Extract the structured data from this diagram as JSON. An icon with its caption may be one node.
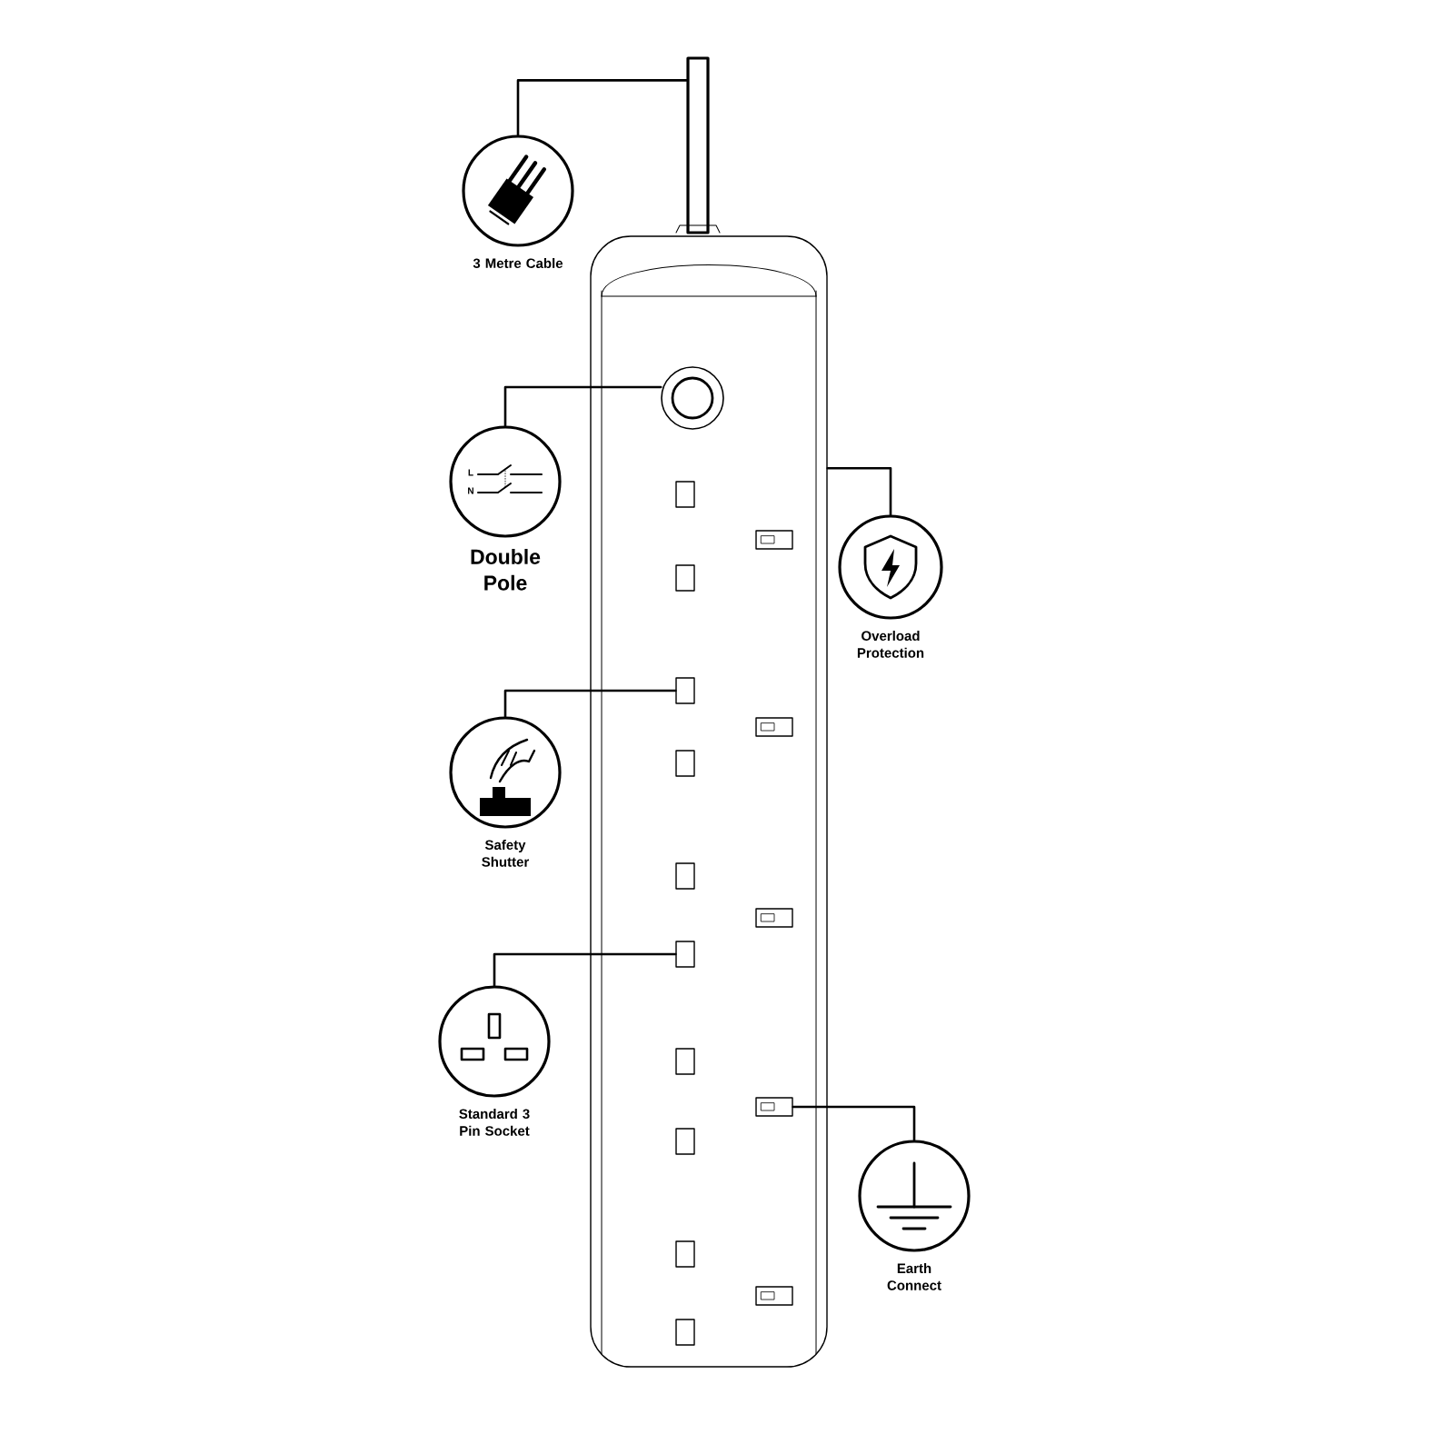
{
  "diagram": {
    "nodes": [
      {
        "text": [
          "3 Metre Cable"
        ]
      },
      {
        "text": [],
        "shape": "bar"
      },
      {
        "text": [],
        "shape": "box"
      },
      {
        "text": [],
        "shape": "circle",
        "in": 2
      },
      {
        "text": [
          "Double Pole"
        ]
      },
      {
        "text": [
          "Overload Protection"
        ]
      },
      {
        "text": [],
        "shape": "box",
        "in": 2
      },
      {
        "text": [],
        "shape": "box",
        "in": 2
      },
      {
        "text": [],
        "shape": "box",
        "in": 2
      },
      {
        "text": [],
        "shape": "box",
        "in": 2
      },
      {
        "text": [],
        "shape": "box",
        "in": 2
      },
      {
        "text": [],
        "shape": "box",
        "in": 2
      },
      {
        "text": [],
        "shape": "box",
        "in": 2
      },
      {
        "text": [],
        "shape": "box",
        "in": 2
      },
      {
        "text": [],
        "shape": "box",
        "in": 2
      },
      {
        "text": [],
        "shape": "box",
        "in": 2
      },
      {
        "text": [],
        "shape": "box",
        "in": 2
      },
      {
        "text": [],
        "shape": "box",
        "in": 2
      },
      {
        "text": [],
        "shape": "box",
        "in": 2
      },
      {
        "text": [],
        "shape": "box",
        "in": 2
      },
      {
        "text": [],
        "shape": "box",
        "in": 2
      },
      {
        "text": [
          "Safety Shutter"
        ]
      },
      {
        "text": [
          "Standard 3 Pin Socket"
        ]
      },
      {
        "text": [
          "Earth Connect"
        ]
      }
    ],
    "edges": [
      {
        "from": 0,
        "to": 1,
        "arrow": "none"
      },
      {
        "from": 4,
        "to": 3,
        "arrow": "none"
      },
      {
        "from": 5,
        "to": 2,
        "arrow": "none"
      },
      {
        "from": 21,
        "to": 9,
        "arrow": "none"
      },
      {
        "from": 22,
        "to": 14,
        "arrow": "none"
      },
      {
        "from": 23,
        "to": 16,
        "arrow": "none"
      }
    ],
    "labels": [
      "L",
      "N"
    ]
  }
}
